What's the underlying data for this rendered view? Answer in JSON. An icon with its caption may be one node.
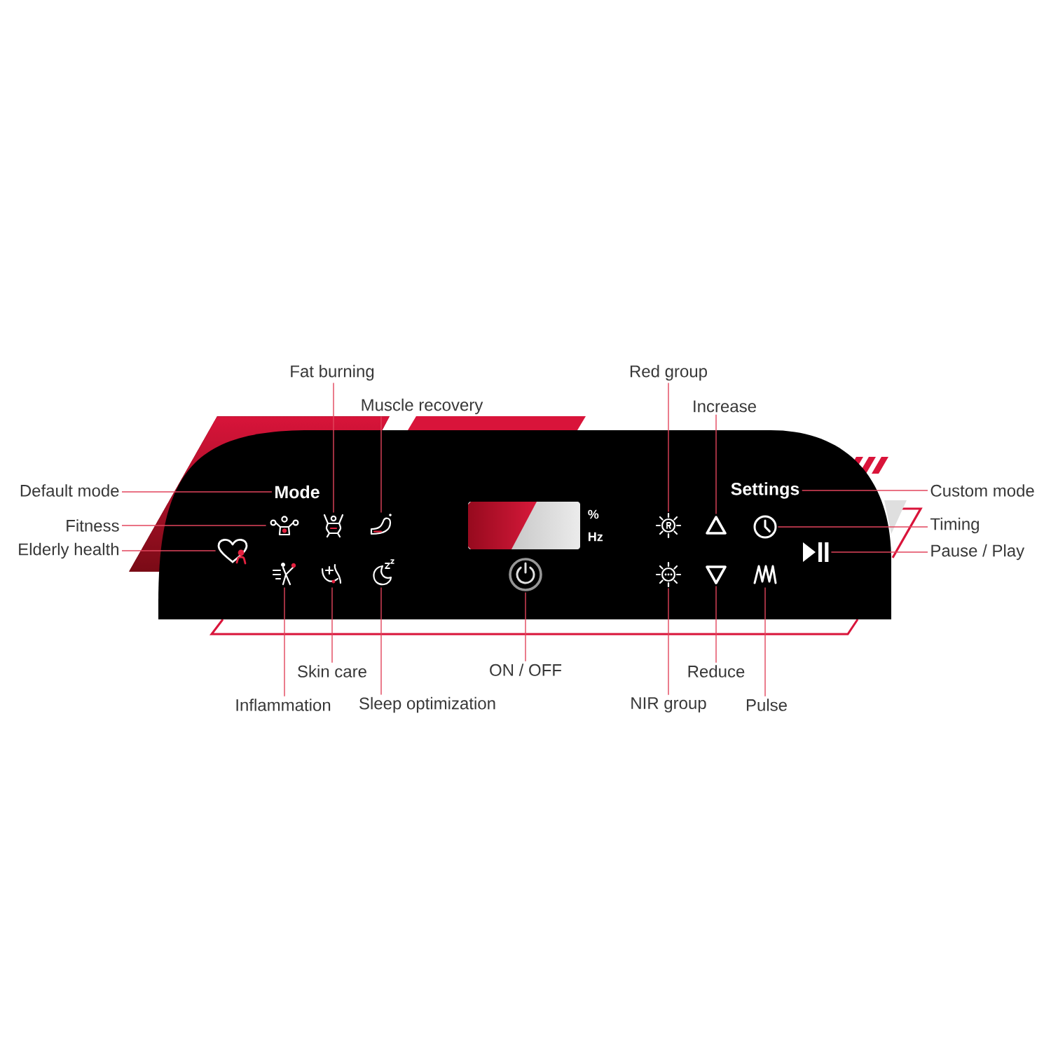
{
  "diagram": {
    "nodes": [
      {
        "text": [],
        "shape": "box"
      },
      {
        "text": [
          "Fat burning"
        ]
      },
      {
        "text": [
          "Red group"
        ]
      },
      {
        "text": [
          "Muscle recovery"
        ]
      },
      {
        "text": [
          "Increase"
        ]
      },
      {
        "text": [
          "Default mode"
        ]
      },
      {
        "text": [
          "Mode"
        ],
        "in": 0
      },
      {
        "text": [
          "Settings"
        ],
        "in": 0
      },
      {
        "text": [
          "Custom mode"
        ]
      },
      {
        "text": [],
        "shape": "bar",
        "in": 0,
        "beside": [
          "%",
          "Hz"
        ]
      },
      {
        "text": [
          "Fitness"
        ]
      },
      {
        "text": [],
        "shape": "picture",
        "in": 0
      },
      {
        "text": [],
        "shape": "picture",
        "in": 0
      },
      {
        "text": [],
        "shape": "picture",
        "in": 0
      },
      {
        "text": [],
        "shape": "picture",
        "in": 0
      },
      {
        "text": [],
        "shape": "picture",
        "in": 0
      },
      {
        "text": [],
        "shape": "picture",
        "in": 0
      },
      {
        "text": [
          "Timing"
        ]
      },
      {
        "text": [
          "Elderly health"
        ]
      },
      {
        "text": [],
        "shape": "picture",
        "in": 0
      },
      {
        "text": [],
        "shape": "picture",
        "in": 0
      },
      {
        "text": [
          "Pause / Play"
        ]
      },
      {
        "text": [],
        "shape": "picture",
        "in": 0
      },
      {
        "text": [],
        "shape": "picture",
        "in": 0
      },
      {
        "text": [],
        "shape": "picture",
        "in": 0
      },
      {
        "text": [],
        "shape": "picture",
        "in": 0
      },
      {
        "text": [],
        "shape": "picture",
        "in": 0
      },
      {
        "text": [],
        "shape": "picture",
        "in": 0
      },
      {
        "text": [],
        "shape": "picture",
        "in": 0
      },
      {
        "text": [
          "Skin care"
        ]
      },
      {
        "text": [
          "ON / OFF"
        ]
      },
      {
        "text": [
          "Reduce"
        ]
      },
      {
        "text": [
          "Inflammation"
        ]
      },
      {
        "text": [
          "Sleep optimization"
        ]
      },
      {
        "text": [
          "NIR group"
        ]
      },
      {
        "text": [
          "Pulse"
        ]
      }
    ],
    "edges": [
      {
        "from": 5,
        "to": 6,
        "arrow": "none"
      },
      {
        "from": 10,
        "to": 11,
        "arrow": "none"
      },
      {
        "from": 18,
        "to": 19,
        "arrow": "none"
      },
      {
        "from": 1,
        "to": 12,
        "arrow": "none"
      },
      {
        "from": 3,
        "to": 13,
        "arrow": "none"
      },
      {
        "from": 2,
        "to": 14,
        "arrow": "none"
      },
      {
        "from": 4,
        "to": 15,
        "arrow": "none"
      },
      {
        "from": 8,
        "to": 7,
        "arrow": "none"
      },
      {
        "from": 17,
        "to": 16,
        "arrow": "none"
      },
      {
        "from": 21,
        "to": 20,
        "arrow": "none"
      },
      {
        "from": 32,
        "to": 22,
        "arrow": "none"
      },
      {
        "from": 29,
        "to": 23,
        "arrow": "none"
      },
      {
        "from": 33,
        "to": 24,
        "arrow": "none"
      },
      {
        "from": 30,
        "to": 25,
        "arrow": "none"
      },
      {
        "from": 34,
        "to": 26,
        "arrow": "none"
      },
      {
        "from": 31,
        "to": 27,
        "arrow": "none"
      },
      {
        "from": 35,
        "to": 28,
        "arrow": "none"
      }
    ]
  }
}
